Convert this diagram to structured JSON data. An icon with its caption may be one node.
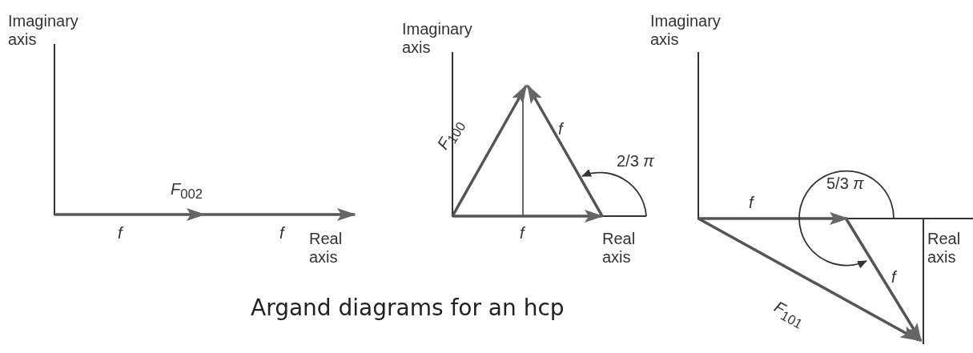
{
  "diagram": {
    "caption": "Argand diagrams for an hcp",
    "labels": [
      "Imaginary axis",
      "*F*$_{002}$",
      "f",
      "f",
      "Real axis",
      "Imaginary axis",
      "*F*$_{100}$",
      "f",
      "2/3 *π*",
      "f",
      "Real axis",
      "Imaginary axis",
      "5/3 *π*",
      "f",
      "f",
      "*F*$_{101}$",
      "Real axis"
    ]
  }
}
